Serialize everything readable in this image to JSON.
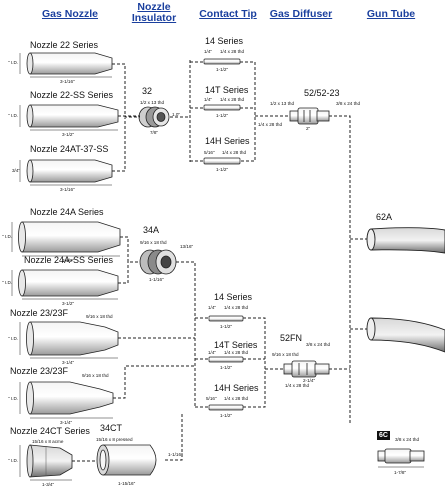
{
  "headers": {
    "gas_nozzle": "Gas Nozzle",
    "nozzle_insulator_1": "Nozzle",
    "nozzle_insulator_2": "Insulator",
    "contact_tip": "Contact Tip",
    "gas_diffuser": "Gas Diffuser",
    "gun_tube": "Gun Tube"
  },
  "nozzles": [
    {
      "name": "Nozzle 22 Series",
      "length": "3-1/16\"",
      "id": "\" I.D."
    },
    {
      "name": "Nozzle 22-SS Series",
      "length": "3-1/2\"",
      "id": "\" I.D."
    },
    {
      "name": "Nozzle 24AT-37-SS",
      "length": "3-1/16\"",
      "id": "3/4\""
    },
    {
      "name": "Nozzle 24A Series",
      "length": "3-1/2\"",
      "id": "\" I.D."
    },
    {
      "name": "Nozzle 24A-SS Series",
      "length": "3-1/2\"",
      "id": "\" I.D."
    },
    {
      "name": "Nozzle 23/23F",
      "length": "3-1/4\"",
      "id": "\" I.D.",
      "thread": "9/16 x 18 thd"
    },
    {
      "name": "Nozzle 23/23F",
      "length": "3-1/4\"",
      "id": "\" I.D.",
      "thread": "9/16 x 18 thd"
    },
    {
      "name": "Nozzle 24CT Series",
      "length": "1-3/4\"",
      "id": "\" I.D.",
      "thread": "15/16 x 8 acme"
    }
  ],
  "insulators": {
    "i32": {
      "name": "32",
      "thread": "1/2 x 13 thd",
      "length": "7/8\"",
      "dim": "1.0\""
    },
    "i34a": {
      "name": "34A",
      "thread": "9/16 x 18 thd",
      "length": "1-1/16\"",
      "dim": "13/16\""
    },
    "i34ct": {
      "name": "34CT",
      "thread": "15/16 x 8 pressed",
      "length": "1-15/16\"",
      "dim": "1-1/16\""
    }
  },
  "tips_upper": [
    {
      "name": "14 Series",
      "dim1": "1/4\"",
      "thread": "1/4 x 28 thd",
      "length": "1-1/2\""
    },
    {
      "name": "14T Series",
      "dim1": "1/4\"",
      "thread": "1/4 x 28 thd",
      "length": "1-1/2\""
    },
    {
      "name": "14H Series",
      "dim1": "5/16\"",
      "thread": "1/4 x 28 thd",
      "length": "1-1/2\""
    }
  ],
  "tips_lower": [
    {
      "name": "14 Series",
      "dim1": "1/4\"",
      "thread": "1/4 x 28 thd",
      "length": "1-1/2\""
    },
    {
      "name": "14T Series",
      "dim1": "1/4\"",
      "thread": "1/4 x 28 thd",
      "length": "1-1/2\""
    },
    {
      "name": "14H Series",
      "dim1": "5/16\"",
      "thread": "1/4 x 28 thd",
      "length": "1-1/2\""
    }
  ],
  "diffusers": {
    "d52": {
      "name": "52/52-23",
      "thread_left": "1/2 x 13 thd",
      "thread_right": "3/8 x 24 thd",
      "thread_tip": "1/4 x 28 thd",
      "length": "2\""
    },
    "d52fn": {
      "name": "52FN",
      "thread_left": "9/16 x 18 thd",
      "thread_right": "3/8 x 24 thd",
      "thread_tip": "1/4 x 28 thd",
      "length": "2-1/4\""
    }
  },
  "gun_tube": {
    "name": "62A"
  },
  "part_6c": {
    "badge": "6C",
    "thread": "3/8 x 24 thd",
    "length": "1-7/8\""
  }
}
